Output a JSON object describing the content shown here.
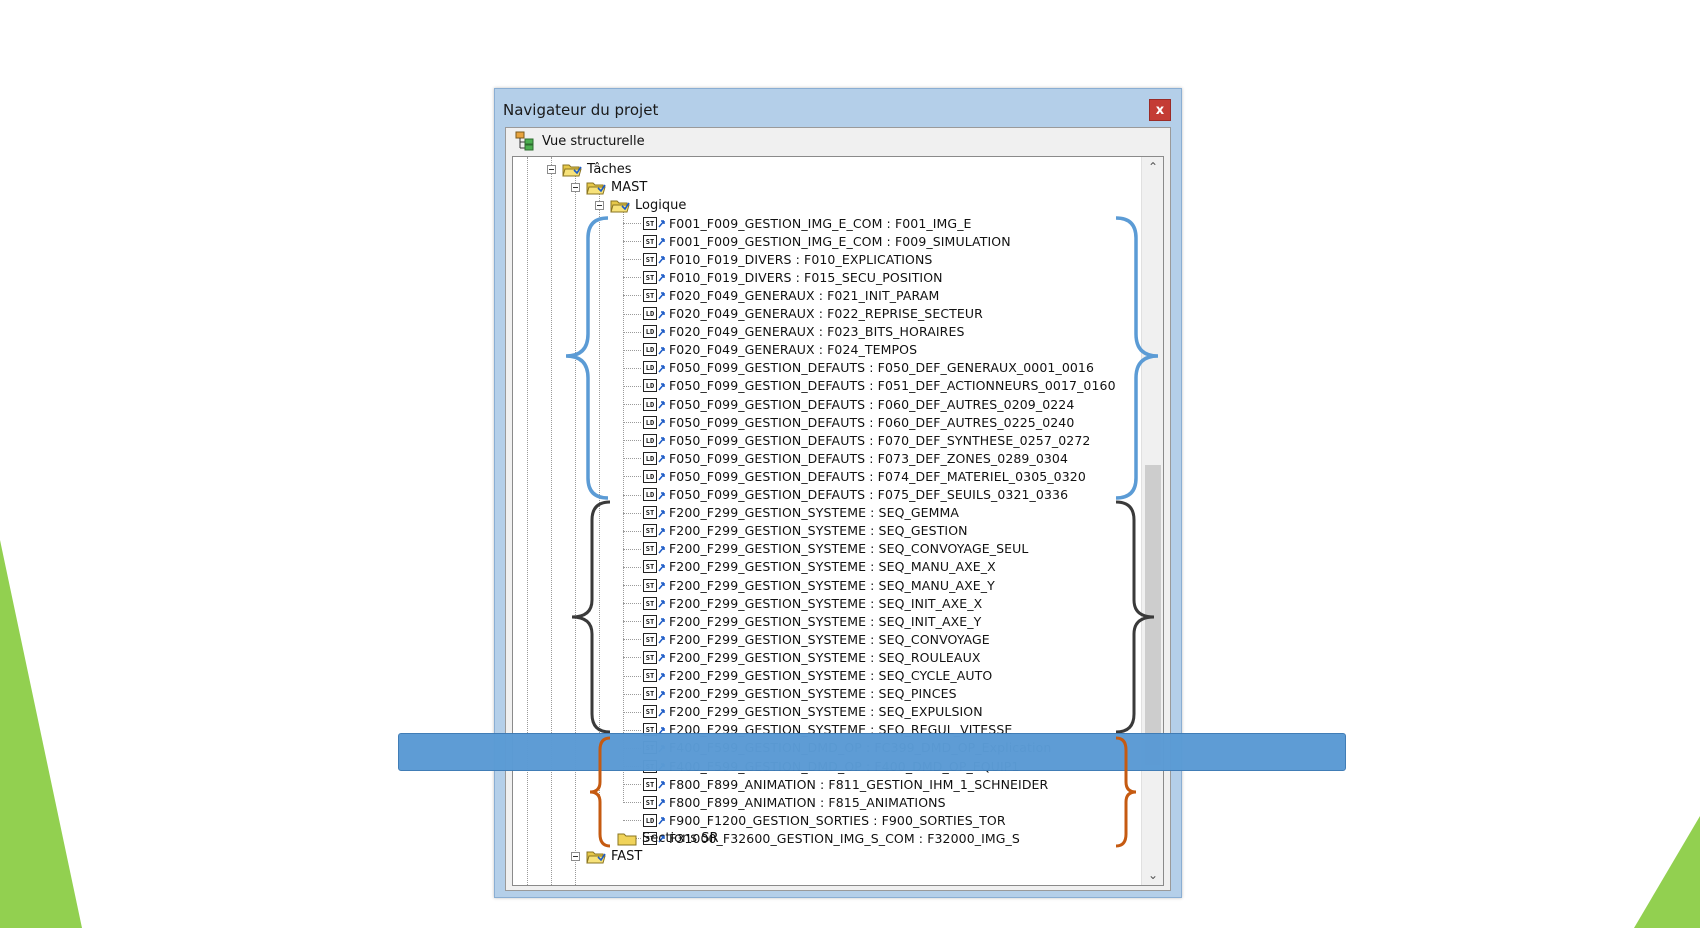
{
  "window": {
    "title": "Navigateur du projet",
    "close_label": "x"
  },
  "view": {
    "label": "Vue structurelle"
  },
  "tree": {
    "taches": "Tâches",
    "mast": "MAST",
    "logique": "Logique",
    "sections_sr": "Sections SR",
    "fast": "FAST",
    "sections": [
      {
        "icon": "ST",
        "label": "F001_F009_GESTION_IMG_E_COM : F001_IMG_E"
      },
      {
        "icon": "ST",
        "label": "F001_F009_GESTION_IMG_E_COM : F009_SIMULATION"
      },
      {
        "icon": "ST",
        "label": "F010_F019_DIVERS : F010_EXPLICATIONS"
      },
      {
        "icon": "ST",
        "label": "F010_F019_DIVERS : F015_SECU_POSITION"
      },
      {
        "icon": "ST",
        "label": "F020_F049_GENERAUX : F021_INIT_PARAM"
      },
      {
        "icon": "LD",
        "label": "F020_F049_GENERAUX : F022_REPRISE_SECTEUR"
      },
      {
        "icon": "LD",
        "label": "F020_F049_GENERAUX : F023_BITS_HORAIRES"
      },
      {
        "icon": "LD",
        "label": "F020_F049_GENERAUX : F024_TEMPOS"
      },
      {
        "icon": "LD",
        "label": "F050_F099_GESTION_DEFAUTS : F050_DEF_GENERAUX_0001_0016"
      },
      {
        "icon": "LD",
        "label": "F050_F099_GESTION_DEFAUTS : F051_DEF_ACTIONNEURS_0017_0160"
      },
      {
        "icon": "LD",
        "label": "F050_F099_GESTION_DEFAUTS : F060_DEF_AUTRES_0209_0224"
      },
      {
        "icon": "LD",
        "label": "F050_F099_GESTION_DEFAUTS : F060_DEF_AUTRES_0225_0240"
      },
      {
        "icon": "LD",
        "label": "F050_F099_GESTION_DEFAUTS : F070_DEF_SYNTHESE_0257_0272"
      },
      {
        "icon": "LD",
        "label": "F050_F099_GESTION_DEFAUTS : F073_DEF_ZONES_0289_0304"
      },
      {
        "icon": "LD",
        "label": "F050_F099_GESTION_DEFAUTS : F074_DEF_MATERIEL_0305_0320"
      },
      {
        "icon": "LD",
        "label": "F050_F099_GESTION_DEFAUTS : F075_DEF_SEUILS_0321_0336"
      },
      {
        "icon": "ST",
        "label": "F200_F299_GESTION_SYSTEME : SEQ_GEMMA"
      },
      {
        "icon": "ST",
        "label": "F200_F299_GESTION_SYSTEME : SEQ_GESTION"
      },
      {
        "icon": "ST",
        "label": "F200_F299_GESTION_SYSTEME : SEQ_CONVOYAGE_SEUL"
      },
      {
        "icon": "ST",
        "label": "F200_F299_GESTION_SYSTEME : SEQ_MANU_AXE_X"
      },
      {
        "icon": "ST",
        "label": "F200_F299_GESTION_SYSTEME : SEQ_MANU_AXE_Y"
      },
      {
        "icon": "ST",
        "label": "F200_F299_GESTION_SYSTEME : SEQ_INIT_AXE_X"
      },
      {
        "icon": "ST",
        "label": "F200_F299_GESTION_SYSTEME : SEQ_INIT_AXE_Y"
      },
      {
        "icon": "ST",
        "label": "F200_F299_GESTION_SYSTEME : SEQ_CONVOYAGE"
      },
      {
        "icon": "ST",
        "label": "F200_F299_GESTION_SYSTEME : SEQ_ROULEAUX"
      },
      {
        "icon": "ST",
        "label": "F200_F299_GESTION_SYSTEME : SEQ_CYCLE_AUTO"
      },
      {
        "icon": "ST",
        "label": "F200_F299_GESTION_SYSTEME : SEQ_PINCES"
      },
      {
        "icon": "ST",
        "label": "F200_F299_GESTION_SYSTEME : SEQ_EXPULSION"
      },
      {
        "icon": "ST",
        "label": "F200_F299_GESTION_SYSTEME : SEQ_REGUL_VITESSE"
      },
      {
        "icon": "ST",
        "label": "F400_F599_GESTION_DMD_OP : FC399_DMD_OP_Explication"
      },
      {
        "icon": "ST",
        "label": "F400_F599_GESTION_DMD_OP : F400_DMD_OP_EQUIP1"
      },
      {
        "icon": "ST",
        "label": "F800_F899_ANIMATION : F811_GESTION_IHM_1_SCHNEIDER"
      },
      {
        "icon": "ST",
        "label": "F800_F899_ANIMATION : F815_ANIMATIONS"
      },
      {
        "icon": "LD",
        "label": "F900_F1200_GESTION_SORTIES : F900_SORTIES_TOR"
      },
      {
        "icon": "ST",
        "label": "F31000_F32600_GESTION_IMG_S_COM : F32000_IMG_S"
      }
    ]
  },
  "colors": {
    "brace_group1": "#5b9bd5",
    "brace_group2": "#3a3a3a",
    "brace_group3": "#c55a11",
    "overlay_bar": "#5b9bd5",
    "decor_green": "#92d050"
  }
}
